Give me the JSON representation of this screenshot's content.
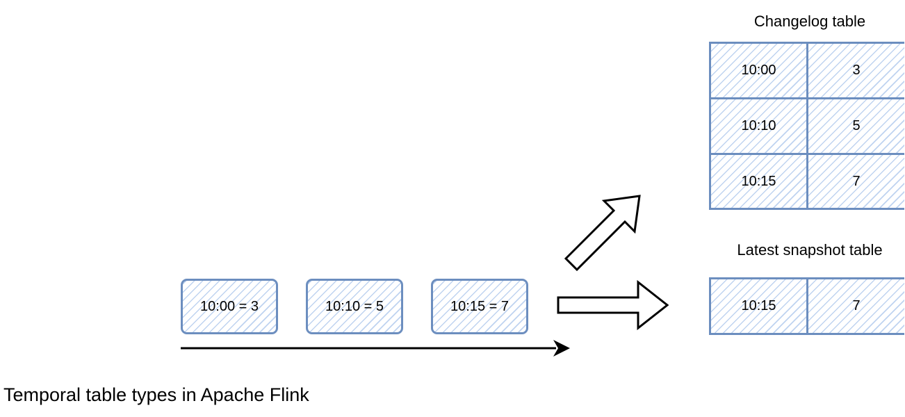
{
  "events": [
    {
      "label": "10:00 = 3"
    },
    {
      "label": "10:10 = 5"
    },
    {
      "label": "10:15 = 7"
    }
  ],
  "changelog": {
    "title": "Changelog table",
    "rows": [
      [
        "10:00",
        "3"
      ],
      [
        "10:10",
        "5"
      ],
      [
        "10:15",
        "7"
      ]
    ]
  },
  "snapshot": {
    "title": "Latest snapshot table",
    "rows": [
      [
        "10:15",
        "7"
      ]
    ]
  },
  "caption": "Temporal table types in Apache Flink",
  "colors": {
    "border": "#6c8ebf",
    "hatch": "#a9c4eb",
    "arrow": "#000000"
  }
}
